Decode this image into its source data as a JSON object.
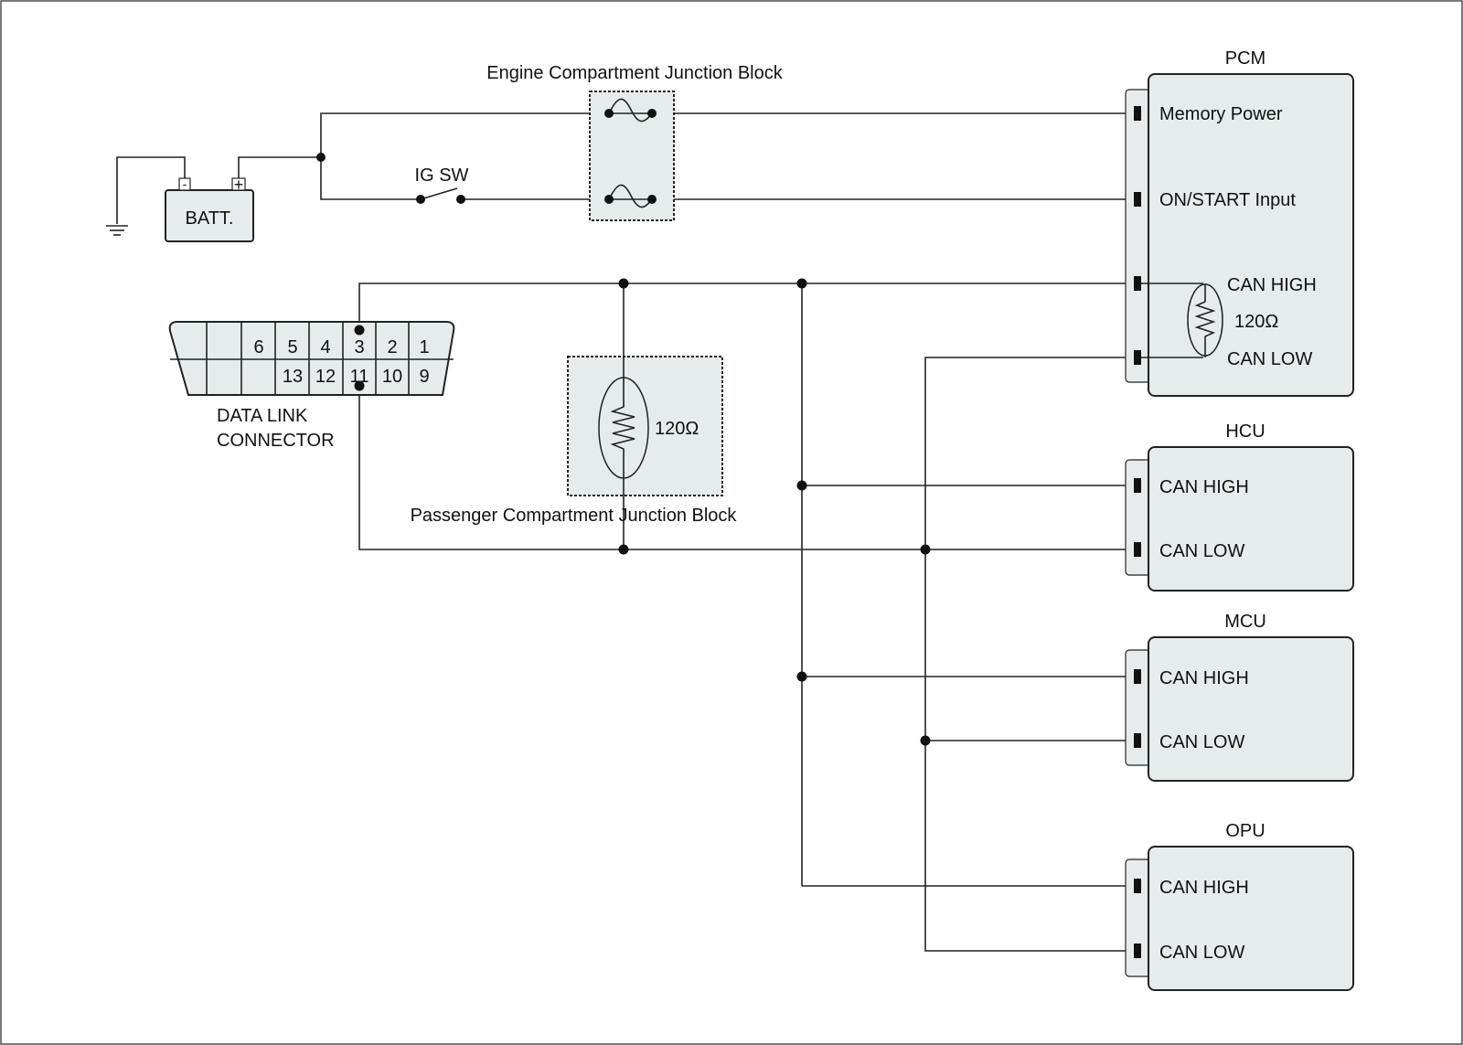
{
  "battery": {
    "label": "BATT.",
    "neg": "-",
    "pos": "+"
  },
  "ig_sw": {
    "label": "IG SW"
  },
  "engine_jb": {
    "label": "Engine Compartment Junction Block"
  },
  "passenger_jb": {
    "label": "Passenger Compartment Junction Block",
    "resistor": "120Ω"
  },
  "dlc": {
    "label_line1": "DATA LINK",
    "label_line2": "CONNECTOR",
    "top_pins": [
      "6",
      "5",
      "4",
      "3",
      "2",
      "1"
    ],
    "bottom_pins": [
      "13",
      "12",
      "11",
      "10",
      "9"
    ]
  },
  "pcm": {
    "title": "PCM",
    "memory_power": "Memory Power",
    "on_start": "ON/START Input",
    "can_high": "CAN HIGH",
    "can_low": "CAN LOW",
    "resistor": "120Ω"
  },
  "hcu": {
    "title": "HCU",
    "can_high": "CAN HIGH",
    "can_low": "CAN LOW"
  },
  "mcu": {
    "title": "MCU",
    "can_high": "CAN HIGH",
    "can_low": "CAN LOW"
  },
  "opu": {
    "title": "OPU",
    "can_high": "CAN HIGH",
    "can_low": "CAN LOW"
  }
}
